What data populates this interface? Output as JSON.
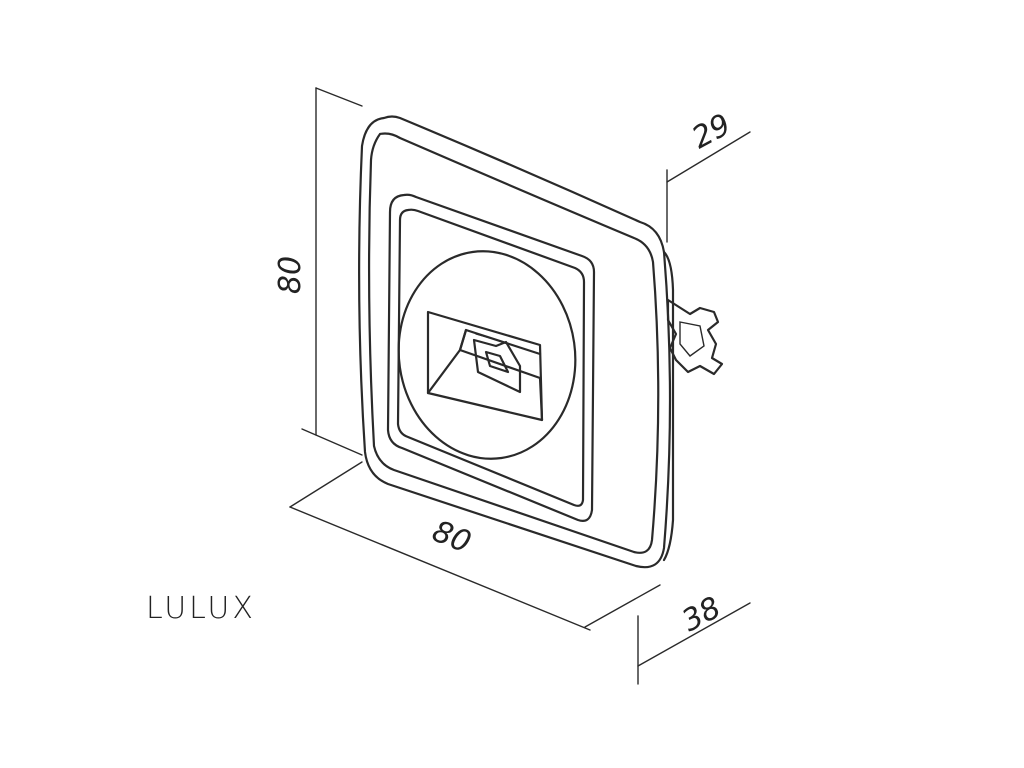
{
  "brand": "LULUX",
  "dimensions": {
    "height": "80",
    "width": "80",
    "depth_top": "29",
    "depth_bottom": "38"
  },
  "colors": {
    "stroke": "#2a2a2a",
    "background": "#ffffff"
  }
}
